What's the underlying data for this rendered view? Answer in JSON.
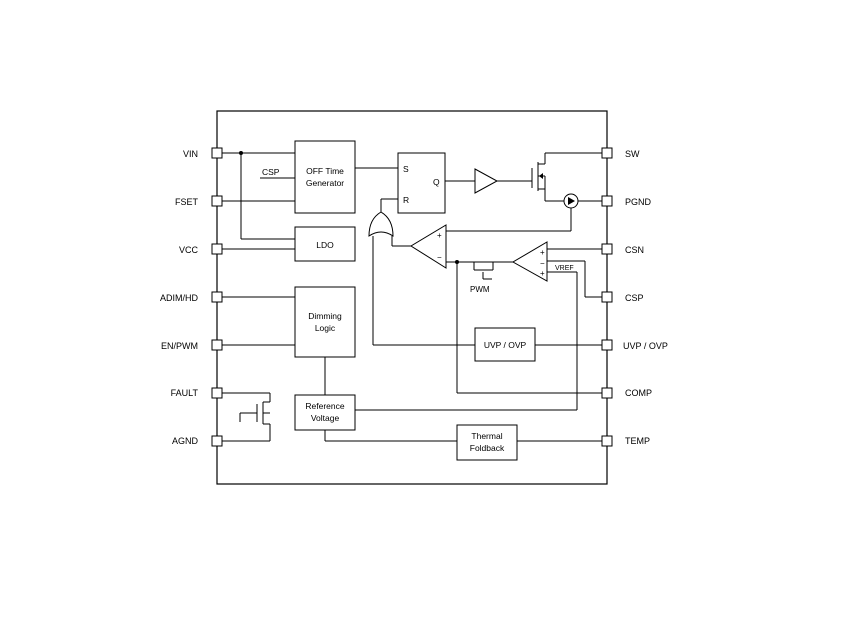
{
  "pins_left": {
    "vin": "VIN",
    "fset": "FSET",
    "vcc": "VCC",
    "adim_hd": "ADIM/HD",
    "en_pwm": "EN/PWM",
    "fault": "FAULT",
    "agnd": "AGND"
  },
  "pins_right": {
    "sw": "SW",
    "pgnd": "PGND",
    "csn": "CSN",
    "csp": "CSP",
    "uvp_ovp": "UVP / OVP",
    "comp": "COMP",
    "temp": "TEMP"
  },
  "blocks": {
    "off_time_line1": "OFF Time",
    "off_time_line2": "Generator",
    "off_time_input": "CSP",
    "ldo": "LDO",
    "dimming_line1": "Dimming",
    "dimming_line2": "Logic",
    "reference_line1": "Reference",
    "reference_line2": "Voltage",
    "latch_s": "S",
    "latch_r": "R",
    "latch_q": "Q",
    "uvp_ovp_block": "UVP / OVP",
    "thermal_line1": "Thermal",
    "thermal_line2": "Foldback",
    "pwm_switch": "PWM",
    "vref": "VREF"
  },
  "comparator_signs": {
    "plus": "+",
    "minus": "−"
  }
}
